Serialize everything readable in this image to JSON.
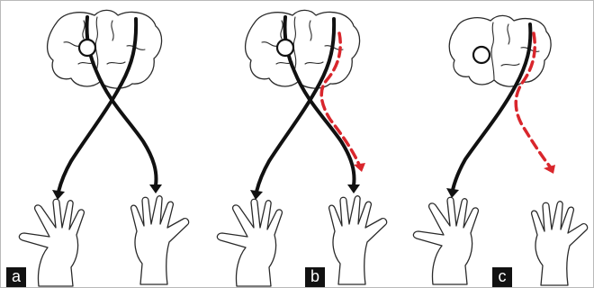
{
  "figure": {
    "panels": [
      {
        "label": "a",
        "brain_variant": "normal",
        "pathway_color": "#111111",
        "lesion_marker": true,
        "show_red_path": false,
        "show_right_descending": true
      },
      {
        "label": "b",
        "brain_variant": "normal",
        "pathway_color": "#111111",
        "lesion_marker": true,
        "show_red_path": true,
        "red_color": "#d9262c",
        "show_right_descending": true
      },
      {
        "label": "c",
        "brain_variant": "shrunken",
        "pathway_color": "#111111",
        "lesion_marker": true,
        "show_red_path": true,
        "red_color": "#d9262c",
        "show_right_descending": false
      }
    ]
  }
}
